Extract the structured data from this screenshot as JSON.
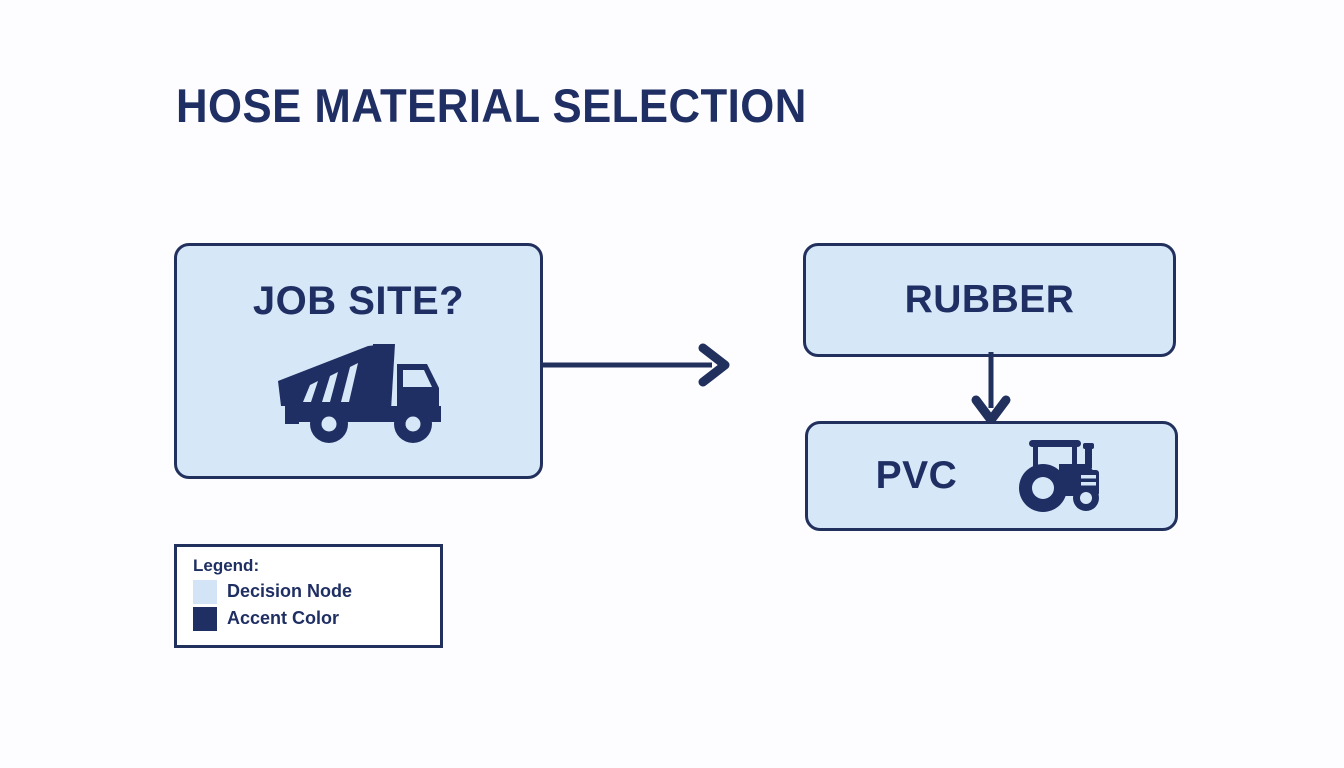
{
  "page": {
    "title": "HOSE MATERIAL SELECTION",
    "background_color": "#fdfdff"
  },
  "colors": {
    "accent": "#1f2f63",
    "border": "#22305e",
    "node_fill": "#d6e7f8",
    "legend_fill": "#ffffff",
    "decision_node_swatch": "#d4e4f7",
    "accent_swatch": "#1f2f63"
  },
  "nodes": [
    {
      "id": "jobsite",
      "label": "JOB SITE?",
      "icon": "dump-truck-icon",
      "type": "decision"
    },
    {
      "id": "rubber",
      "label": "RUBBER",
      "icon": null,
      "type": "outcome"
    },
    {
      "id": "pvc",
      "label": "PVC",
      "icon": "tractor-icon",
      "type": "outcome"
    }
  ],
  "connectors": [
    {
      "id": "jobsite-to-rubber",
      "from": "jobsite",
      "to": "rubber",
      "direction": "right",
      "icon": "arrow-right-icon"
    },
    {
      "id": "rubber-to-pvc",
      "from": "rubber",
      "to": "pvc",
      "direction": "down",
      "icon": "arrow-down-icon"
    }
  ],
  "legend": {
    "title": "Legend:",
    "items": [
      {
        "label": "Decision Node",
        "color": "#d4e4f7"
      },
      {
        "label": "Accent Color",
        "color": "#1f2f63"
      }
    ]
  }
}
